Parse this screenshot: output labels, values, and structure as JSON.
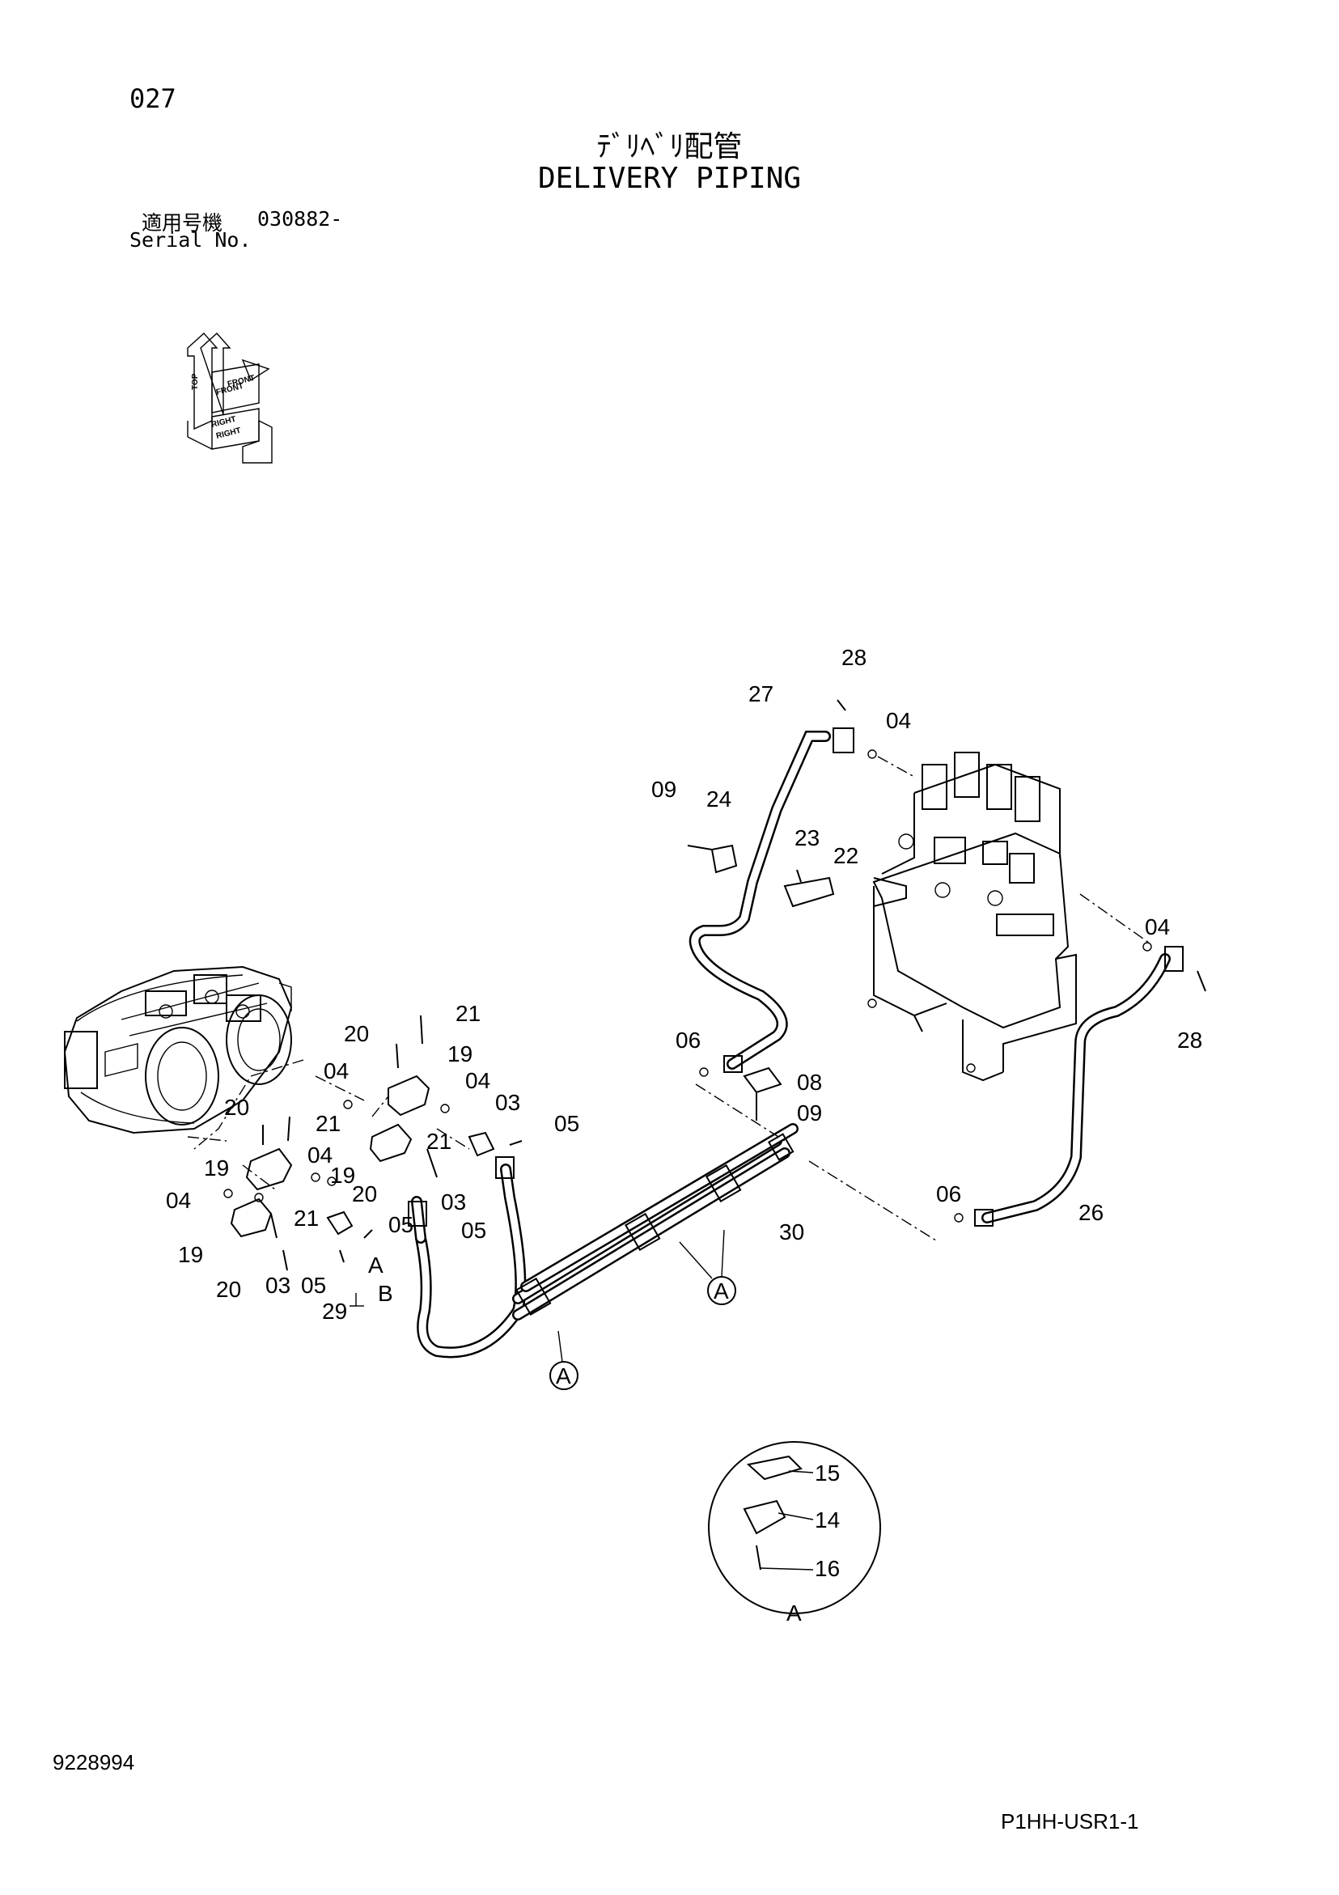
{
  "page_number": "027",
  "title_ja": "ﾃﾞﾘﾍﾞﾘ配管",
  "title_en": "DELIVERY PIPING",
  "serial": {
    "label_ja": "適用号機",
    "value": "030882-",
    "label_en": "Serial No."
  },
  "orientation": {
    "labels": [
      "TOP",
      "FRONT",
      "RIGHT",
      "FRONT",
      "RIGHT"
    ]
  },
  "callouts": [
    {
      "id": "c28a",
      "text": "28"
    },
    {
      "id": "c27",
      "text": "27"
    },
    {
      "id": "c04a",
      "text": "04"
    },
    {
      "id": "c09a",
      "text": "09"
    },
    {
      "id": "c24",
      "text": "24"
    },
    {
      "id": "c23",
      "text": "23"
    },
    {
      "id": "c22",
      "text": "22"
    },
    {
      "id": "c04b",
      "text": "04"
    },
    {
      "id": "c28b",
      "text": "28"
    },
    {
      "id": "c06a",
      "text": "06"
    },
    {
      "id": "c08",
      "text": "08"
    },
    {
      "id": "c09b",
      "text": "09"
    },
    {
      "id": "c21a",
      "text": "21"
    },
    {
      "id": "c20a",
      "text": "20"
    },
    {
      "id": "c19a",
      "text": "19"
    },
    {
      "id": "c04c",
      "text": "04"
    },
    {
      "id": "c04d",
      "text": "04"
    },
    {
      "id": "c03a",
      "text": "03"
    },
    {
      "id": "c05a",
      "text": "05"
    },
    {
      "id": "c20b",
      "text": "20"
    },
    {
      "id": "c21b",
      "text": "21"
    },
    {
      "id": "c21c",
      "text": "21"
    },
    {
      "id": "c19b",
      "text": "19"
    },
    {
      "id": "c04e",
      "text": "04"
    },
    {
      "id": "c19c",
      "text": "19"
    },
    {
      "id": "c20c",
      "text": "20"
    },
    {
      "id": "c03b",
      "text": "03"
    },
    {
      "id": "c05b",
      "text": "05"
    },
    {
      "id": "c04f",
      "text": "04"
    },
    {
      "id": "c21d",
      "text": "21"
    },
    {
      "id": "c05c",
      "text": "05"
    },
    {
      "id": "c19d",
      "text": "19"
    },
    {
      "id": "c20d",
      "text": "20"
    },
    {
      "id": "c03c",
      "text": "03"
    },
    {
      "id": "c05d",
      "text": "05"
    },
    {
      "id": "cA1",
      "text": "A"
    },
    {
      "id": "cB",
      "text": "B"
    },
    {
      "id": "c29",
      "text": "29"
    },
    {
      "id": "c06b",
      "text": "06"
    },
    {
      "id": "c26",
      "text": "26"
    },
    {
      "id": "c30",
      "text": "30"
    },
    {
      "id": "cA2",
      "text": "A"
    },
    {
      "id": "cA3",
      "text": "A"
    },
    {
      "id": "c15",
      "text": "15"
    },
    {
      "id": "c14",
      "text": "14"
    },
    {
      "id": "c16",
      "text": "16"
    },
    {
      "id": "cA4",
      "text": "A"
    }
  ],
  "footer_left": "9228994",
  "footer_right": "P1HH-USR1-1"
}
